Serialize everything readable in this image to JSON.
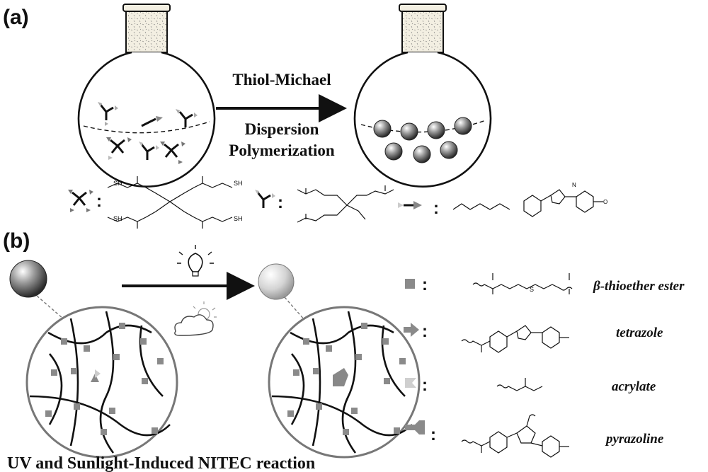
{
  "panel_a": {
    "label": "(a)",
    "arrow_top": "Thiol-Michael",
    "arrow_bottom_1": "Dispersion",
    "arrow_bottom_2": "Polymerization",
    "legend_colon": ":"
  },
  "panel_b": {
    "label": "(b)",
    "caption": "UV and Sunlight-Induced NITEC reaction",
    "legend": [
      {
        "name": "β-thioether ester"
      },
      {
        "name": "tetrazole"
      },
      {
        "name": "acrylate"
      },
      {
        "name": "pyrazoline"
      }
    ],
    "colon": ":"
  },
  "chem_atoms": {
    "O": "O",
    "S": "S",
    "SH": "SH",
    "N": "N"
  },
  "colors": {
    "dark_gray": "#8a8a8a",
    "light_gray": "#cfcfcf",
    "ink": "#111111"
  }
}
